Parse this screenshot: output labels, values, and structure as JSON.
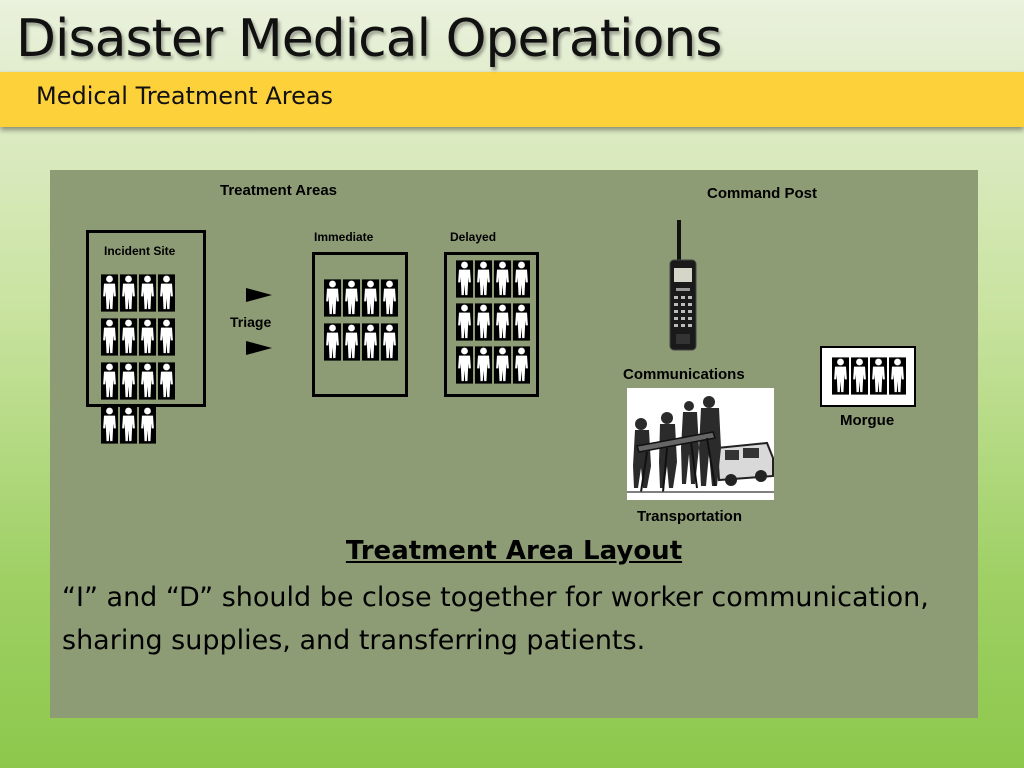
{
  "slide": {
    "title": "Disaster Medical Operations",
    "subtitle": "Medical Treatment Areas"
  },
  "diagram": {
    "treatment_areas_label": "Treatment Areas",
    "command_post_label": "Command Post",
    "incident_site_label": "Incident Site",
    "immediate_label": "Immediate",
    "delayed_label": "Delayed",
    "triage_label": "Triage",
    "communications_label": "Communications",
    "transportation_label": "Transportation",
    "morgue_label": "Morgue",
    "icons": [
      "person-figure-icon",
      "arrow-right-icon",
      "cell-phone-icon",
      "stretcher-photo",
      "ambulance-icon"
    ],
    "counts": {
      "incident_site_people": 15,
      "immediate_people": 8,
      "delayed_people": 12,
      "morgue_people": 4
    }
  },
  "layout_note": {
    "heading": "Treatment Area Layout",
    "body": "“I” and “D” should be close together for worker communication, sharing supplies, and transferring patients."
  },
  "colors": {
    "subtitle_bar": "#fdd13a",
    "content_box": "#8e9c76",
    "background_top": "#eaf1dd",
    "background_bottom": "#8dc84c"
  }
}
